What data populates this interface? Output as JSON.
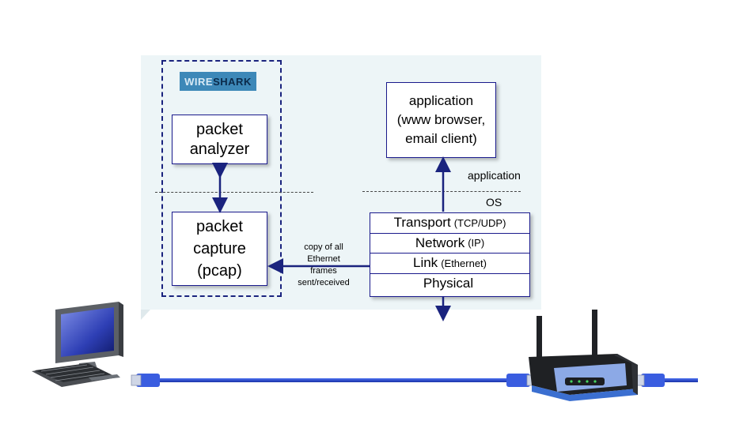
{
  "wireshark_logo": {
    "wire": "WIRE",
    "shark": "SHARK"
  },
  "left": {
    "analyzer": "packet\nanalyzer",
    "capture": "packet\ncapture\n(pcap)"
  },
  "right": {
    "application_box": "application\n(www browser,\nemail client)",
    "application_label": "application",
    "os_label": "OS"
  },
  "copy_label": "copy of all\nEthernet\nframes\nsent/received",
  "stack_layers": [
    {
      "name": "Transport",
      "sub": "(TCP/UDP)"
    },
    {
      "name": "Network",
      "sub": "(IP)"
    },
    {
      "name": "Link",
      "sub": "(Ethernet)"
    },
    {
      "name": "Physical",
      "sub": ""
    }
  ],
  "colors": {
    "accent": "#1a237e",
    "cable": "#2244cc",
    "panel": "#edf5f7",
    "logo_bg": "#3d88b8"
  },
  "icons": [
    "desktop-computer-icon",
    "router-icon",
    "ethernet-cable-icon",
    "rj45-connector-icon"
  ]
}
